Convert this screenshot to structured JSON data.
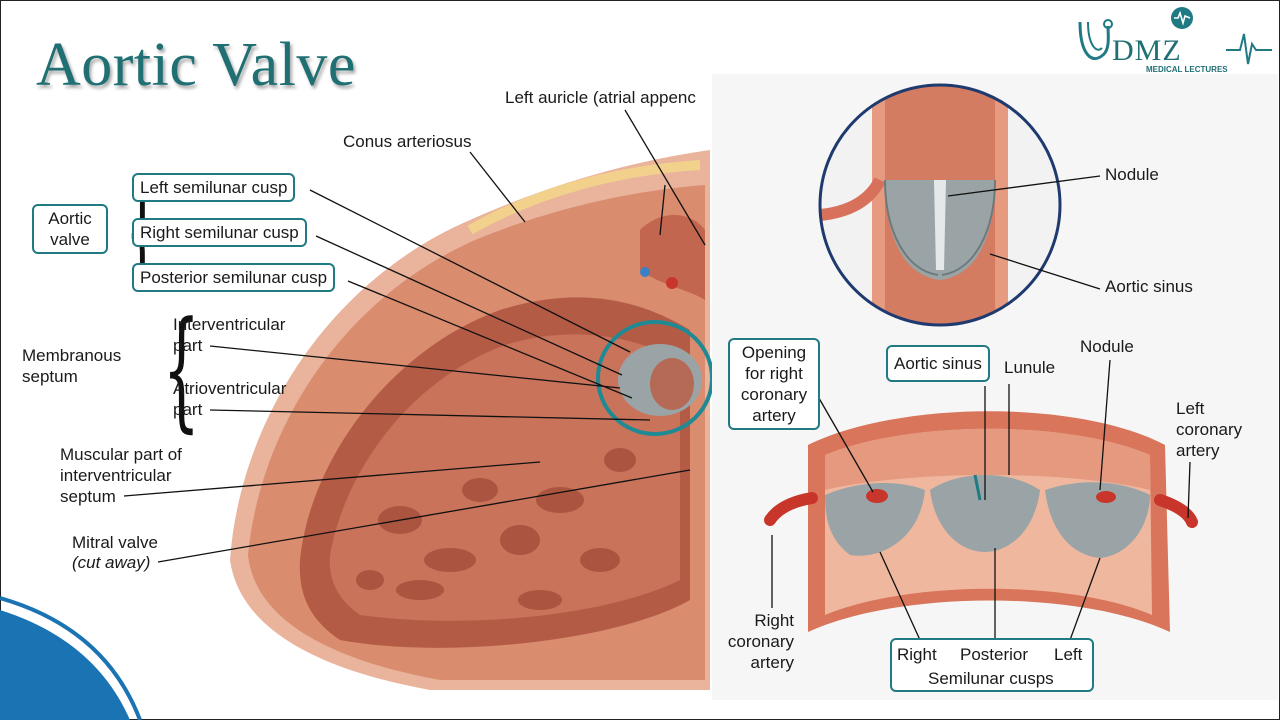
{
  "title": "Aortic Valve",
  "logo": {
    "brand": "DMZ",
    "tagline": "MEDICAL LECTURES"
  },
  "left_figure": {
    "aortic_valve_group": "Aortic\nvalve",
    "cusps": [
      "Left semilunar cusp",
      "Right semilunar cusp",
      "Posterior semilunar cusp"
    ],
    "conus": "Conus arteriosus",
    "auricle": "Left auricle (atrial appenc",
    "membranous_septum": "Membranous\nseptum",
    "interventricular": "Interventricular\npart",
    "atrioventricular": "Atrioventricular\npart",
    "muscular": "Muscular part of\ninterventricular\nseptum",
    "mitral_1": "Mitral valve",
    "mitral_2": "(cut away)"
  },
  "top_right_figure": {
    "nodule": "Nodule",
    "aortic_sinus": "Aortic sinus"
  },
  "bottom_right_figure": {
    "opening": "Opening\nfor right\ncoronary\nartery",
    "aortic_sinus": "Aortic sinus",
    "lunule": "Lunule",
    "nodule": "Nodule",
    "left_coronary": "Left\ncoronary\nartery",
    "right_coronary": "Right\ncoronary\nartery",
    "cusps_right": "Right",
    "cusps_posterior": "Posterior",
    "cusps_left": "Left",
    "cusps_caption": "Semilunar cusps"
  },
  "colors": {
    "accent": "#1f7a84",
    "title": "#1f6f73",
    "muscle": "#d98c6e",
    "cusp": "#9aa4a6",
    "artery": "#c8352a"
  }
}
